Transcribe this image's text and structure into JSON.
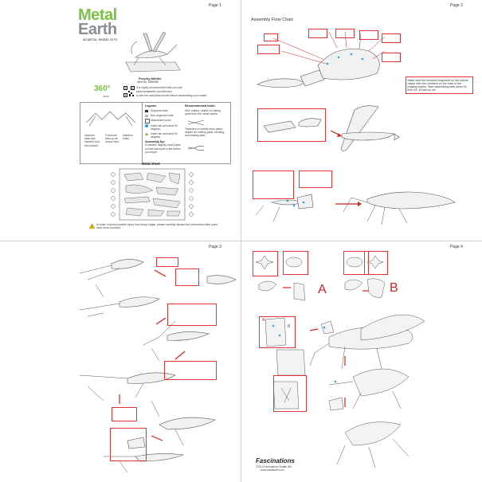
{
  "colors": {
    "brand_green": "#7bc143",
    "brand_gray": "#8a8f95",
    "accent_red": "#d32020",
    "line": "#555555"
  },
  "page1": {
    "page_label": "Page 1",
    "logo_line1": "Metal",
    "logo_line2": "Earth",
    "tagline": "3D METAL MODEL KITS",
    "model_name": "Praying Mantis",
    "item_no": "Item No. MMS069",
    "view_badge": "360°",
    "view_word": "VIEW",
    "note_line1": "It is highly recommended that you visit",
    "note_line2": "www.metalearth.com/360view",
    "note_line3": "to see the completed model before assembling your model.",
    "legend_title": "Legend:",
    "legend_items": [
      "Engraved side",
      "Non-engraved side",
      "Attachment point",
      "Insert tab and bend 90 degrees",
      "Insert tab and bend 90 degrees"
    ],
    "recommended_title": "Recommended tools:",
    "recommended_items": [
      "Wire cutters: helpful for taking parts from the metal sheets",
      "Tweezers or needle nose pliers: helpful for holding parts, bending and twisting tabs."
    ],
    "assembly_tip_title": "Assembly tip:",
    "assembly_tip": "If needed, slightly round parts so that each part is flat before you begin.",
    "fold_labels": [
      "Insertion slots and inserted and then folded",
      "Fold inner tabs up as shown here",
      "Insertion holes"
    ],
    "metal_sheet_title": "Metal sheet",
    "warning": "In order to avoid possible injury from sharp edges, please carefully discard the metal sheet after parts have been removed."
  },
  "page2": {
    "page_label": "Page 2",
    "title": "Assembly Flow Chart",
    "callout": "Make sure the numbers engraved on the pieces match with the numbers on the back of the praying mantis. Start assembling with piece #1, then #2, #3 and so on!"
  },
  "page3": {
    "page_label": "Page 3"
  },
  "page4": {
    "page_label": "Page 4",
    "label_a": "A",
    "label_b": "B",
    "brand": "Fascinations",
    "copyright": "©2013 Fascinations Seattle WA",
    "site": "www.metalearth.com"
  }
}
